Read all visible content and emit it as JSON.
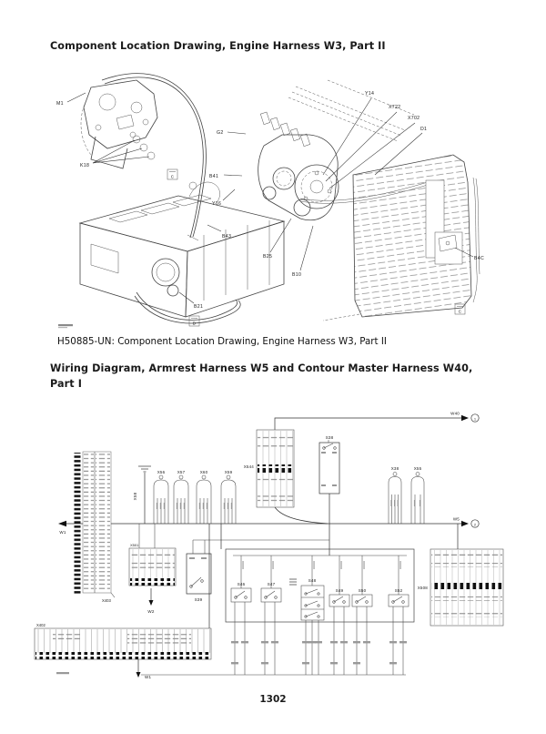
{
  "page": {
    "heading_1": "Component Location Drawing, Engine Harness W3, Part II",
    "caption_1": "H50885-UN: Component Location Drawing, Engine Harness W3, Part II",
    "heading_2": "Wiring Diagram, Armrest Harness W5 and Contour Master Harness W40, Part I",
    "page_number": "1302"
  },
  "fig1": {
    "labels": {
      "m1": "M1",
      "k18": "K18",
      "g2": "G2",
      "b41": "B41",
      "y16": "Y16",
      "y14": "Y14",
      "x722": "X722",
      "x702": "X702",
      "d1": "D1",
      "b43": "B43",
      "b25": "B25",
      "b10": "B10",
      "b21": "B21",
      "b4c": "B4C",
      "box_c1": "C",
      "box_d": "D",
      "box_c2": "C"
    }
  },
  "fig2": {
    "labels": {
      "x403": "X403",
      "x402": "X402",
      "x501": "X501",
      "x508": "X508",
      "x544": "X544",
      "x56": "X56",
      "x57": "X57",
      "x58": "X58",
      "x59": "X59",
      "x60": "X60",
      "x38": "X38",
      "x55": "X55",
      "s38": "S38",
      "s39": "S39",
      "s46": "S46",
      "s47": "S47",
      "s48": "S48",
      "s49": "S49",
      "s50": "S50",
      "s52": "S52",
      "w1_left": "W1",
      "w1_bottom": "W1",
      "w2": "W2",
      "w5": "W5",
      "w40": "W40",
      "node_1": "1",
      "node_2": "2"
    }
  }
}
